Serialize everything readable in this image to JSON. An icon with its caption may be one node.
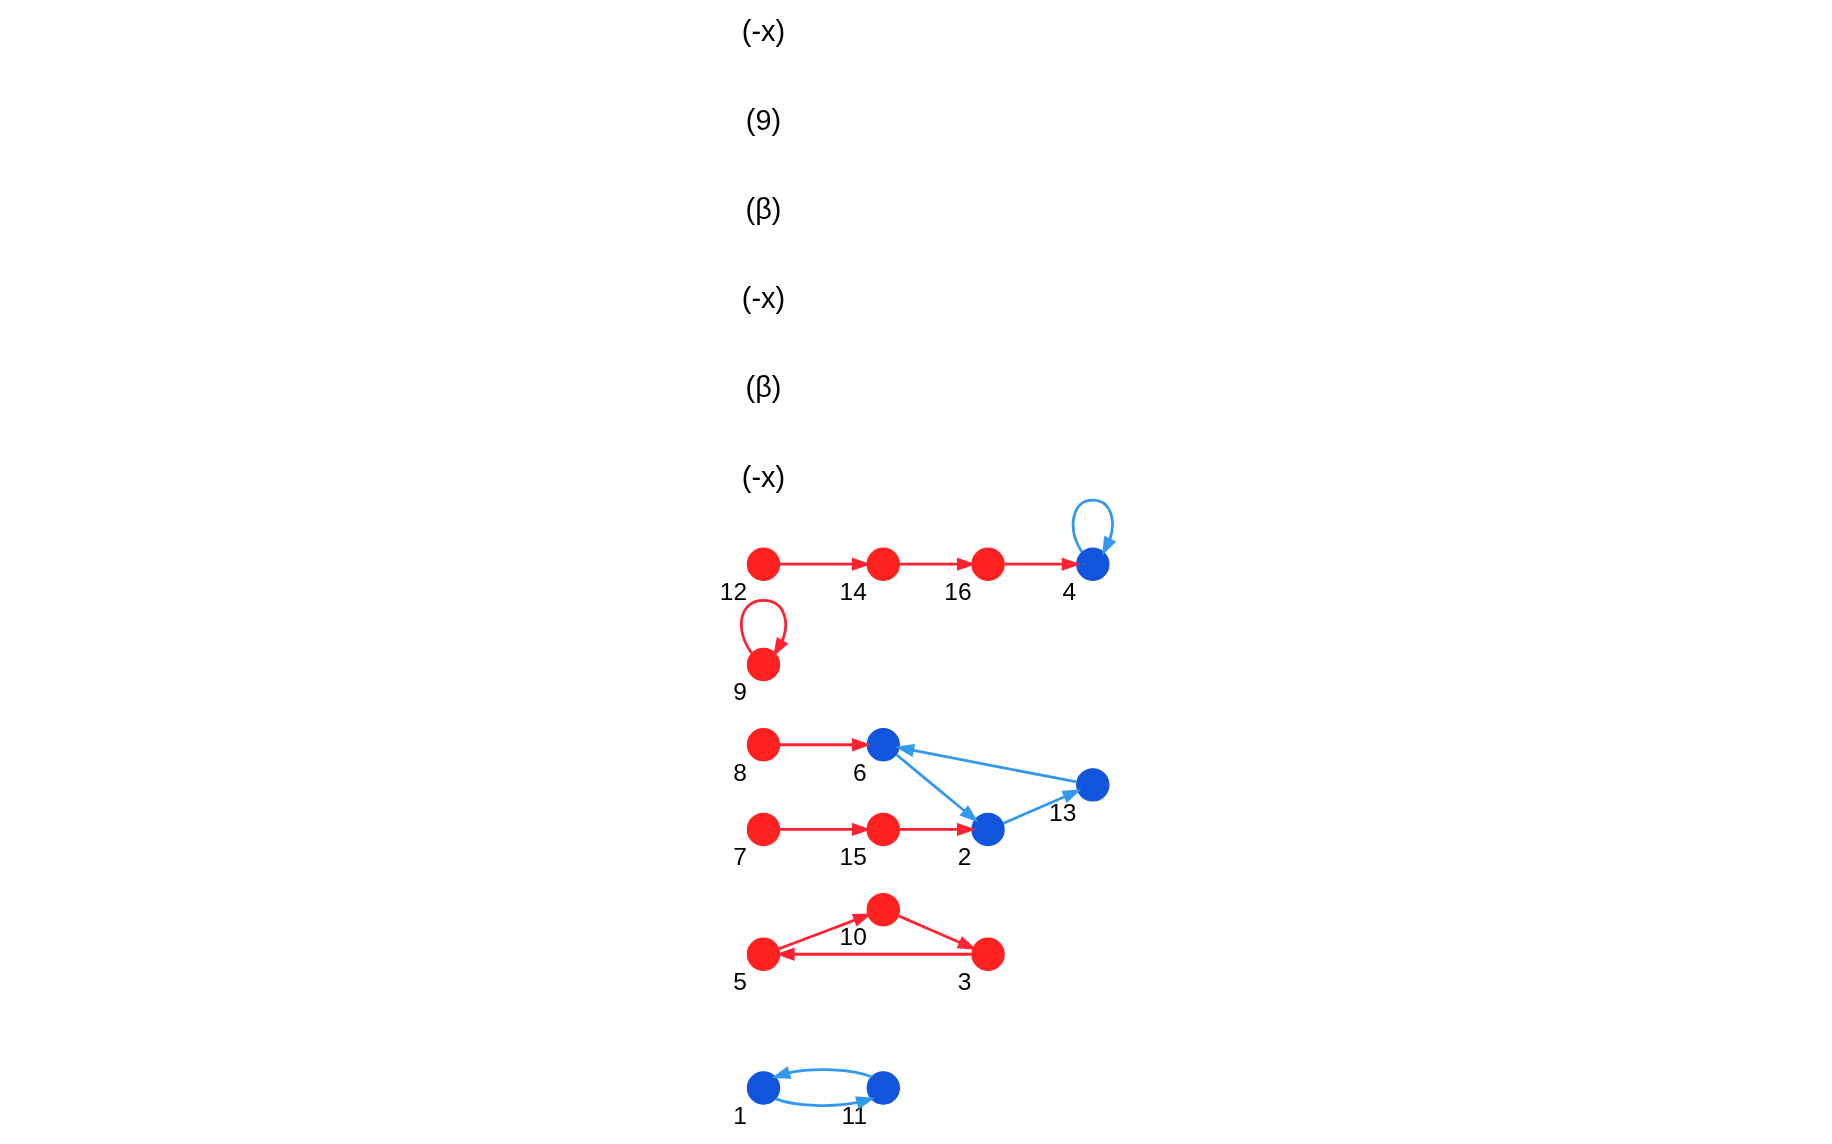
{
  "diagram": {
    "nodes": [
      {
        "text": [],
        "shape": "circle",
        "beside": [
          "1"
        ]
      },
      {
        "text": [],
        "shape": "circle",
        "beside": [
          "11"
        ]
      },
      {
        "text": [],
        "shape": "circle",
        "beside": [
          "5"
        ]
      },
      {
        "text": [],
        "shape": "circle",
        "beside": [
          "10"
        ]
      },
      {
        "text": [],
        "shape": "circle",
        "beside": [
          "8"
        ]
      },
      {
        "text": [],
        "shape": "circle",
        "beside": [
          "6"
        ]
      },
      {
        "text": [],
        "shape": "circle",
        "beside": [
          "13"
        ]
      },
      {
        "text": [],
        "shape": "circle",
        "beside": [
          "3"
        ]
      },
      {
        "text": [],
        "shape": "circle",
        "beside": [
          "9"
        ]
      },
      {
        "text": [],
        "shape": "circle",
        "beside": [
          "2"
        ]
      },
      {
        "text": [],
        "shape": "circle",
        "beside": [
          "7"
        ]
      },
      {
        "text": [],
        "shape": "circle",
        "beside": [
          "15"
        ]
      },
      {
        "text": [],
        "shape": "circle",
        "beside": [
          "12"
        ]
      },
      {
        "text": [],
        "shape": "circle",
        "beside": [
          "4"
        ]
      },
      {
        "text": [],
        "shape": "circle",
        "beside": [
          "14"
        ]
      },
      {
        "text": [],
        "shape": "circle",
        "beside": [
          "16"
        ]
      }
    ],
    "edges": [
      {
        "from": 0,
        "to": 1,
        "arrow": "to",
        "color": "#3399ee"
      },
      {
        "from": 1,
        "to": 0,
        "arrow": "to",
        "color": "#3399ee"
      },
      {
        "from": 2,
        "to": 3,
        "arrow": "to"
      },
      {
        "from": 3,
        "to": 7,
        "arrow": "to"
      },
      {
        "from": 7,
        "to": 2,
        "arrow": "to"
      },
      {
        "from": 8,
        "to": 8,
        "arrow": "to"
      },
      {
        "from": 4,
        "to": 5,
        "arrow": "to"
      },
      {
        "from": 5,
        "to": 9,
        "arrow": "to",
        "color": "#3399ee"
      },
      {
        "from": 9,
        "to": 6,
        "arrow": "to",
        "color": "#3399ee"
      },
      {
        "from": 6,
        "to": 5,
        "arrow": "to",
        "color": "#3399ee"
      },
      {
        "from": 10,
        "to": 11,
        "arrow": "to"
      },
      {
        "from": 11,
        "to": 9,
        "arrow": "to"
      },
      {
        "from": 12,
        "to": 14,
        "arrow": "to"
      },
      {
        "from": 14,
        "to": 15,
        "arrow": "to"
      },
      {
        "from": 15,
        "to": 13,
        "arrow": "to"
      },
      {
        "from": 13,
        "to": 13,
        "arrow": "to",
        "color": "#3399ee"
      }
    ],
    "labels": [
      "(-x)",
      "(β)",
      "(-x)",
      "(β)",
      "(9)",
      "(-x)"
    ]
  }
}
